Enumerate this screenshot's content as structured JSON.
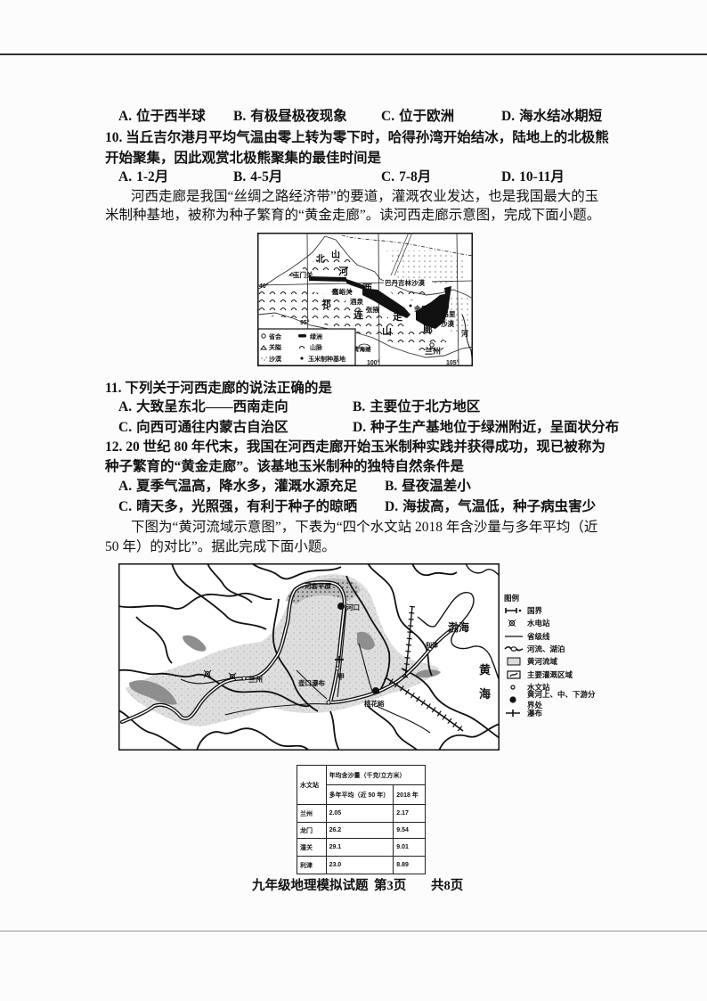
{
  "q9": {
    "options": [
      {
        "key": "A.",
        "text": "位于西半球"
      },
      {
        "key": "B.",
        "text": "有极昼极夜现象"
      },
      {
        "key": "C.",
        "text": "位于欧洲"
      },
      {
        "key": "D.",
        "text": "海水结冰期短"
      }
    ]
  },
  "q10": {
    "stem": [
      "10. 当丘吉尔港月平均气温由零上转为零下时，哈得孙湾开始结冰，陆地上的北极熊",
      "开始聚集，因此观赏北极熊聚集的最佳时间是"
    ],
    "options": [
      {
        "key": "A.",
        "text": "1-2月"
      },
      {
        "key": "B.",
        "text": "4-5月"
      },
      {
        "key": "C.",
        "text": "7-8月"
      },
      {
        "key": "D.",
        "text": "10-11月"
      }
    ]
  },
  "passage1": {
    "lines": [
      "河西走廊是我国“丝绸之路经济带”的要道，灌溉农业发达，也是我国最大的玉",
      "米制种基地，被称为种子繁育的“黄金走廊”。读河西走廊示意图，完成下面小题。"
    ]
  },
  "hexi_map": {
    "ticks": {
      "lat40": "40°",
      "lon95": "95°",
      "lon100": "100°",
      "lon105": "105°"
    },
    "labels": {
      "yumenguan": "玉门关",
      "bei": "北",
      "shan_north": "山",
      "he": "河",
      "xi": "西",
      "zou": "走",
      "lang": "廊",
      "qi": "祁",
      "lian": "连",
      "shan_south": "山",
      "jiayuguan": "嘉峪关",
      "jiuquan": "酒泉",
      "zhangye": "张掖",
      "jinchang": "金昌",
      "badain_jaran": "巴丹吉林沙漠",
      "tengger_1": "腾格里",
      "tengger_2": "沙漠",
      "lanzhou": "兰州",
      "qinghai_lake": "青海湖",
      "yellow_river": "河"
    },
    "legend": [
      {
        "icon": "provincial-capital-icon",
        "label": "省会"
      },
      {
        "icon": "oasis-icon",
        "label": "绿洲"
      },
      {
        "icon": "pass-icon",
        "label": "关隘"
      },
      {
        "icon": "mountain-icon",
        "label": "山脉"
      },
      {
        "icon": "desert-icon",
        "label": "沙漠"
      },
      {
        "icon": "seed-base-icon",
        "label": "玉米制种基地"
      }
    ]
  },
  "q11": {
    "stem": "11. 下列关于河西走廊的说法正确的是",
    "options": [
      {
        "key": "A.",
        "text": "大致呈东北——西南走向"
      },
      {
        "key": "B.",
        "text": "主要位于北方地区"
      },
      {
        "key": "C.",
        "text": "向西可通往内蒙古自治区"
      },
      {
        "key": "D.",
        "text": "种子生产基地位于绿洲附近，呈面状分布"
      }
    ]
  },
  "q12": {
    "stem": [
      "12. 20 世纪 80 年代末，我国在河西走廊开始玉米制种实践并获得成功，现已被称为",
      "种子繁育的“黄金走廊”。该基地玉米制种的独特自然条件是"
    ],
    "options": [
      {
        "key": "A.",
        "text": "夏季气温高，降水多，灌溉水源充足"
      },
      {
        "key": "B.",
        "text": "昼夜温差小"
      },
      {
        "key": "C.",
        "text": "晴天多，光照强，有利于种子的晾晒"
      },
      {
        "key": "D.",
        "text": "海拔高，气温低，种子病虫害少"
      }
    ]
  },
  "passage2": {
    "lines": [
      "下图为“黄河流域示意图”，下表为“四个水文站 2018 年含沙量与多年平均（近",
      "50 年）的对比”。据此完成下面小题。"
    ]
  },
  "yellow_river_map": {
    "labels": {
      "hetao_plain": "河套平原",
      "hekou": "河口",
      "lanzhou": "兰州",
      "hukou_falls": "壶口瀑布",
      "jia": "甲",
      "taohuayu": "桃花峪",
      "lijin": "利津",
      "bohai": "渤海",
      "huanghai_1": "黄",
      "huanghai_2": "海"
    },
    "legend": {
      "title": "图例",
      "items": [
        {
          "icon": "national-border-icon",
          "label": "国界"
        },
        {
          "icon": "hydropower-station-icon",
          "label": "水电站"
        },
        {
          "icon": "provincial-boundary-icon",
          "label": "省级线"
        },
        {
          "icon": "river-lake-icon",
          "label": "河流、湖泊"
        },
        {
          "icon": "yellow-river-basin-icon",
          "label": "黄河流域"
        },
        {
          "icon": "irrigation-area-icon",
          "label": "主要灌溉区域"
        },
        {
          "icon": "hydrological-station-icon",
          "label": "水文站"
        },
        {
          "icon": "reach-divide-point-icon",
          "label": "黄河上、中、下游分界处"
        },
        {
          "icon": "waterfall-icon",
          "label": "瀑布"
        }
      ]
    }
  },
  "sediment_table": {
    "header": {
      "station": "水文站",
      "group": "年均含沙量（千克/立方米）",
      "avg": "多年平均（近 50 年）",
      "year2018": "2018 年"
    },
    "rows": [
      {
        "station": "兰州",
        "avg": "2.05",
        "year2018": "2.17"
      },
      {
        "station": "龙门",
        "avg": "26.2",
        "year2018": "9.54"
      },
      {
        "station": "潼关",
        "avg": "29.1",
        "year2018": "9.01"
      },
      {
        "station": "利津",
        "avg": "23.0",
        "year2018": "8.89"
      }
    ]
  },
  "footer": {
    "title": "九年级地理模拟试题",
    "page": "第3页",
    "total": "共8页"
  }
}
